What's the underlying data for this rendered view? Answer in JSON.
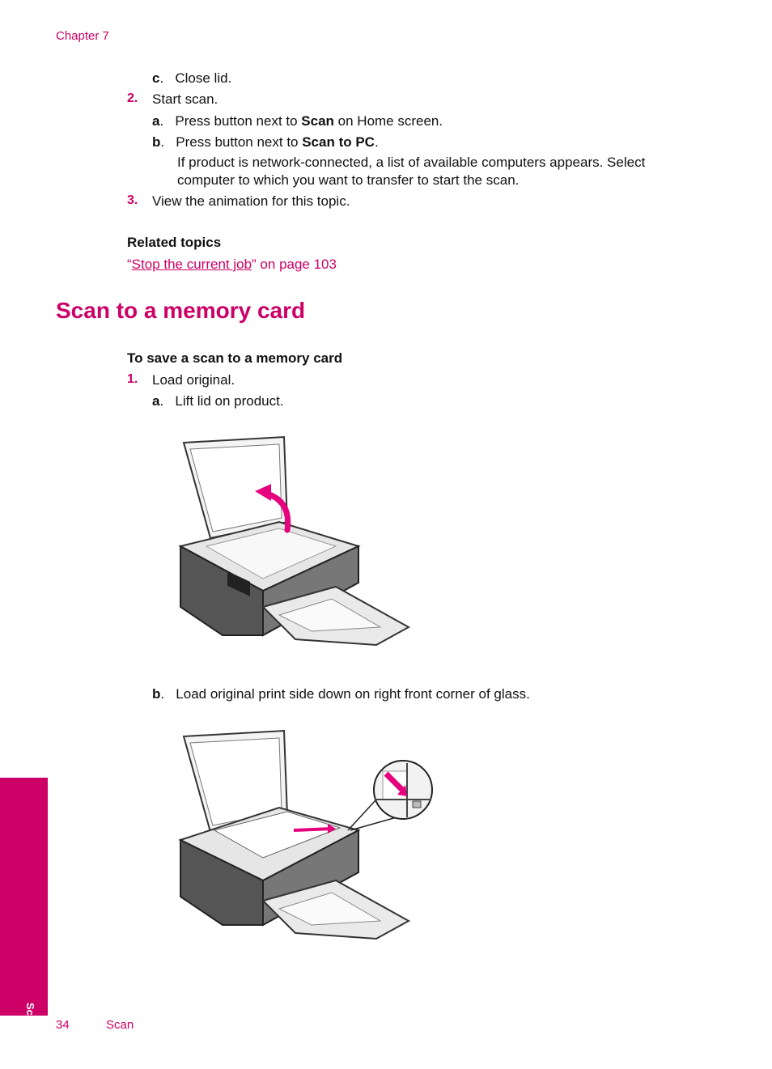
{
  "header": {
    "chapter": "Chapter 7"
  },
  "steps_top": {
    "c_letter": "c",
    "c_text": "Close lid.",
    "s2_num": "2.",
    "s2_text": "Start scan.",
    "a_letter": "a",
    "a_pre": "Press button next to ",
    "a_bold": "Scan",
    "a_post": " on Home screen.",
    "b_letter": "b",
    "b_pre": "Press button next to ",
    "b_bold": "Scan to PC",
    "b_post": ".",
    "b_note_line1": "If product is network-connected, a list of available computers appears. Select",
    "b_note_line2": "computer to which you want to transfer to start the scan.",
    "s3_num": "3.",
    "s3_text": "View the animation for this topic."
  },
  "related": {
    "heading": "Related topics",
    "link_open_quote": "“",
    "link_text": "Stop the current job",
    "link_suffix": "” on page 103"
  },
  "section": {
    "title": "Scan to a memory card",
    "procedure_heading": "To save a scan to a memory card",
    "s1_num": "1.",
    "s1_text": "Load original.",
    "a_letter": "a",
    "a_text": "Lift lid on product.",
    "b_letter": "b",
    "b_text": "Load original print side down on right front corner of glass."
  },
  "sidebar": {
    "label": "Scan"
  },
  "footer": {
    "page_number": "34",
    "section": "Scan"
  },
  "colors": {
    "accent": "#cc0066"
  }
}
